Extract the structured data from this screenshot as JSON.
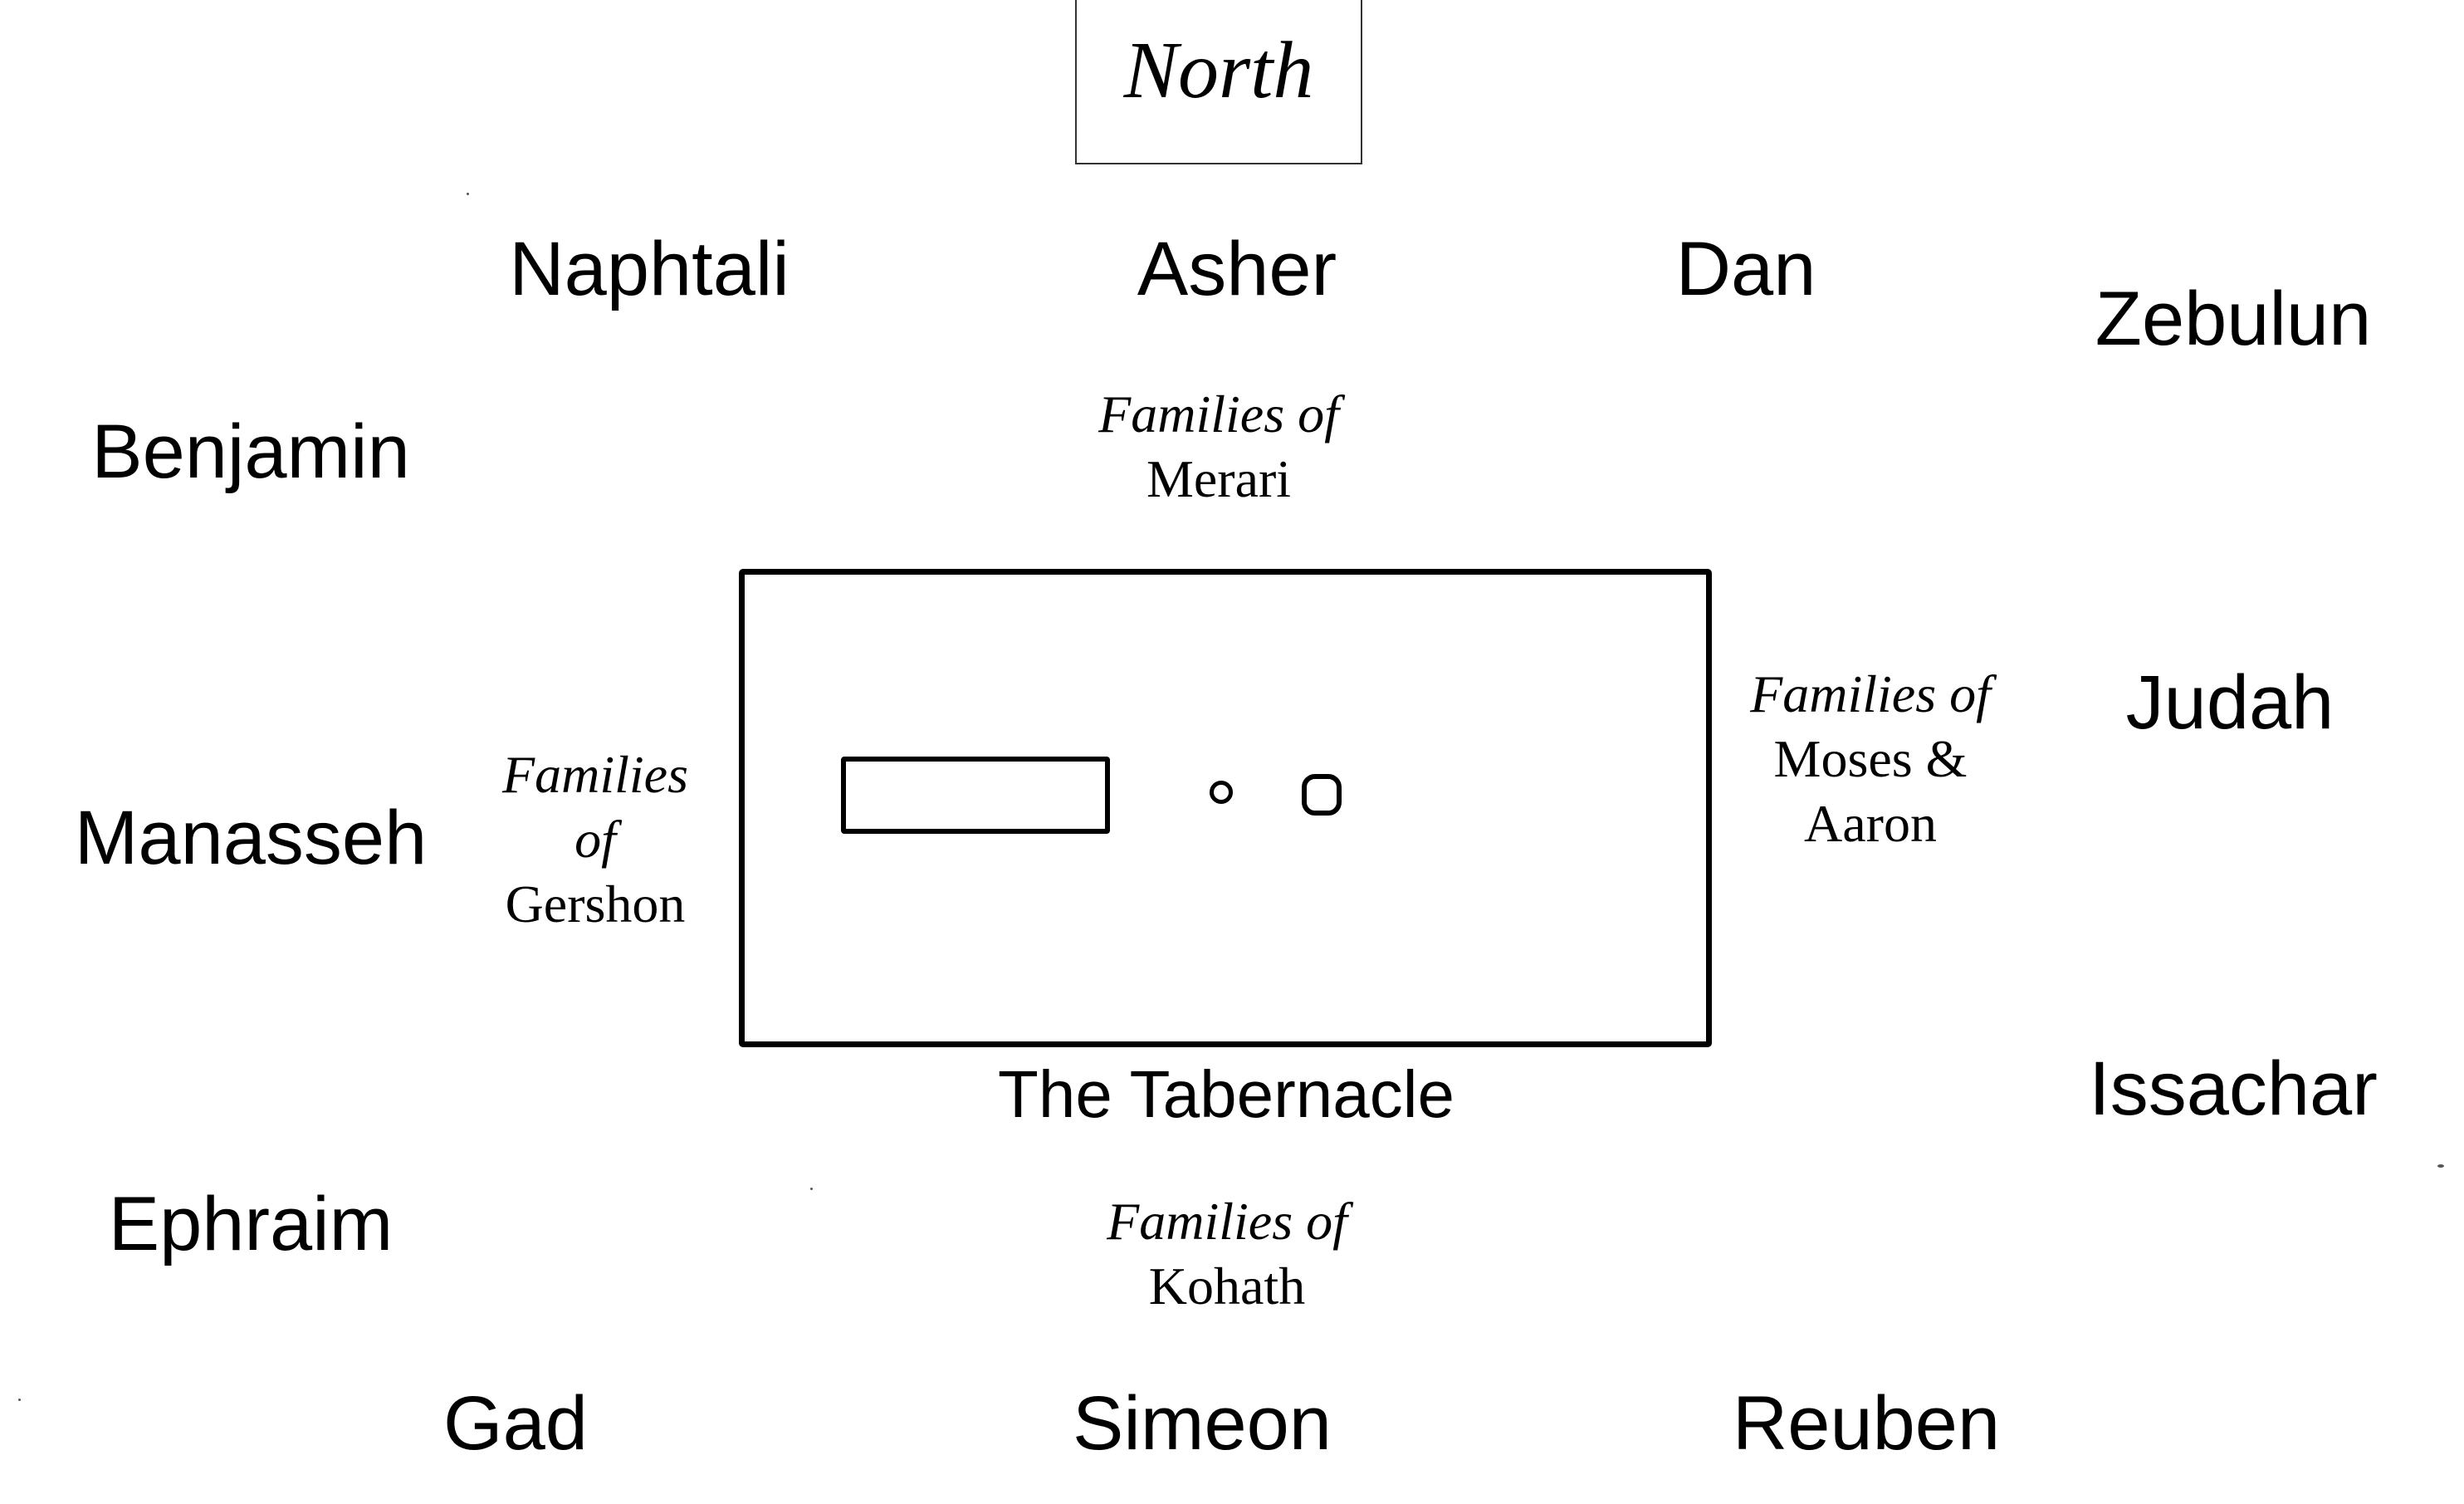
{
  "compass": {
    "north": "North"
  },
  "tribes": {
    "naphtali": "Naphtali",
    "asher": "Asher",
    "dan": "Dan",
    "zebulun": "Zebulun",
    "benjamin": "Benjamin",
    "judah": "Judah",
    "manasseh": "Manasseh",
    "issachar": "Issachar",
    "ephraim": "Ephraim",
    "gad": "Gad",
    "simeon": "Simeon",
    "reuben": "Reuben"
  },
  "families": {
    "merari": {
      "prefix": "Families of",
      "name": "Merari"
    },
    "gershon": {
      "line1": "Families",
      "line2": "of",
      "name": "Gershon"
    },
    "moses_aaron": {
      "prefix": "Families of",
      "line2": "Moses &",
      "line3": "Aaron"
    },
    "kohath": {
      "prefix": "Families of",
      "name": "Kohath"
    }
  },
  "tabernacle": {
    "label": "The Tabernacle"
  }
}
